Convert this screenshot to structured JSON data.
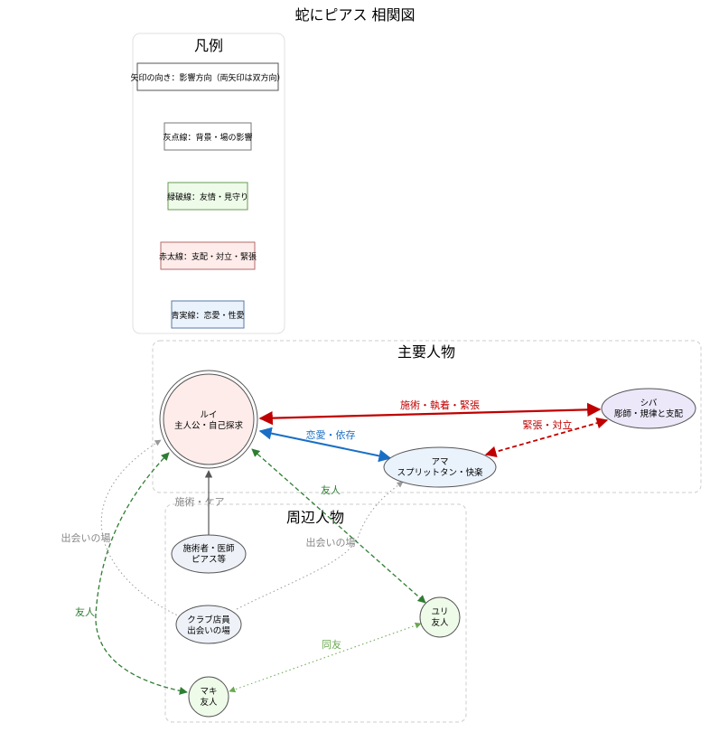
{
  "title": "蛇にピアス 相関図",
  "legend": {
    "title": "凡例",
    "items": [
      {
        "text": "矢印の向き：影響方向（両矢印は双方向）",
        "fill": "#ffffff",
        "stroke": "#555555"
      },
      {
        "text": "灰点線：背景・場の影響",
        "fill": "#ffffff",
        "stroke": "#777777"
      },
      {
        "text": "緑破線：友情・見守り",
        "fill": "#eefbe9",
        "stroke": "#6a9a55"
      },
      {
        "text": "赤太線：支配・対立・緊張",
        "fill": "#fdecea",
        "stroke": "#b46a6a"
      },
      {
        "text": "青実線：恋愛・性愛",
        "fill": "#eaf2fc",
        "stroke": "#5a7aa5"
      }
    ]
  },
  "groups": {
    "main": "主要人物",
    "side": "周辺人物"
  },
  "nodes": {
    "rui": {
      "line1": "ルイ",
      "line2": "主人公・自己探求"
    },
    "shiba": {
      "line1": "シバ",
      "line2": "彫師・規律と支配"
    },
    "ama": {
      "line1": "アマ",
      "line2": "スプリットタン・快楽"
    },
    "doctor": {
      "line1": "施術者・医師",
      "line2": "ピアス等"
    },
    "club": {
      "line1": "クラブ店員",
      "line2": "出会いの場"
    },
    "yuri": {
      "line1": "ユリ",
      "line2": "友人"
    },
    "maki": {
      "line1": "マキ",
      "line2": "友人"
    }
  },
  "edges": {
    "rui_shiba": "施術・執着・緊張",
    "shiba_ama": "緊張・対立",
    "rui_ama": "恋愛・依存",
    "rui_yuri": "友人",
    "doctor_rui": "施術・ケア",
    "club_rui": "出会いの場",
    "club_ama": "出会いの場",
    "rui_maki": "友人",
    "yuri_maki": "同友"
  },
  "colors": {
    "red": "#c00000",
    "blue": "#1a6fc4",
    "green": "#2e7d32",
    "gray": "#888888",
    "dark": "#555555"
  }
}
